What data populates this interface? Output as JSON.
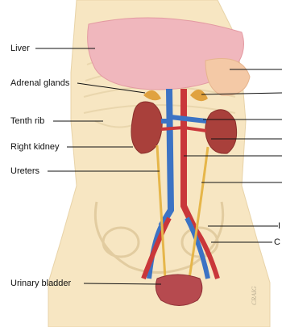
{
  "labels": {
    "left": {
      "liver": "Liver",
      "adrenal_glands": "Adrenal glands",
      "tenth_rib": "Tenth rib",
      "right_kidney": "Right kidney",
      "ureters": "Ureters",
      "urinary_bladder": "Urinary bladder"
    },
    "right_partial": {
      "iliac_fragment": "I",
      "common_iliac_fragment": "C"
    }
  },
  "signature": "CRAIG",
  "colors": {
    "skin": "#f7e6c2",
    "liver": "#f0b7bd",
    "kidney": "#a9403b",
    "vein": "#3c73c4",
    "artery": "#c9373a",
    "ureter": "#e6b64a",
    "bladder": "#b64a4f"
  }
}
